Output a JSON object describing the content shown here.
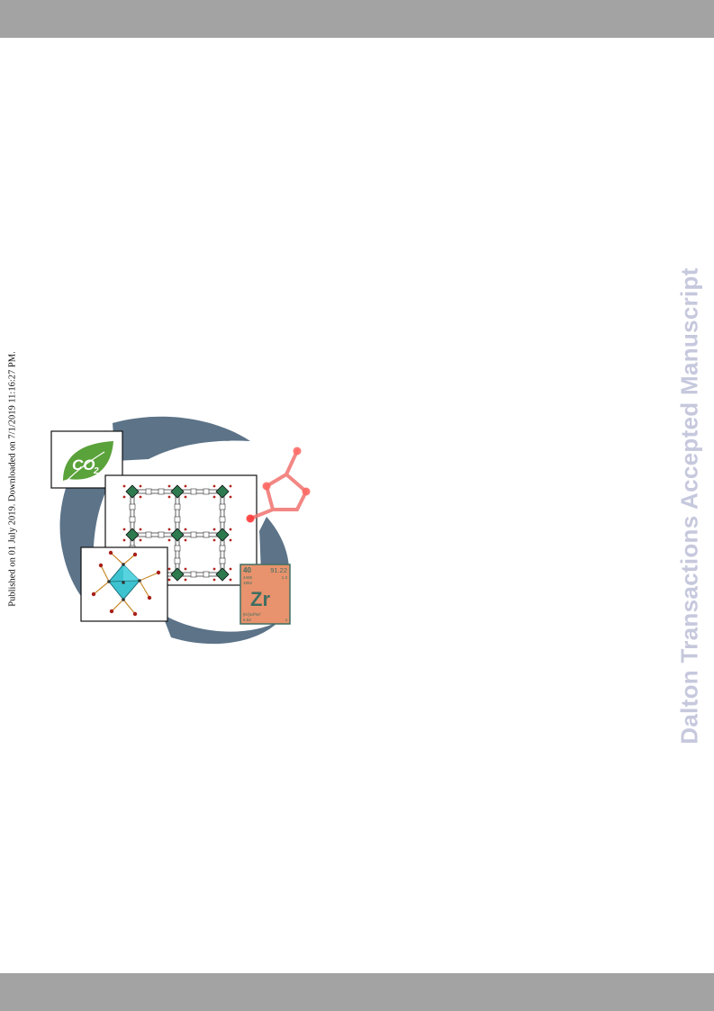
{
  "watermark": "Dalton Transactions Accepted Manuscript",
  "published_notice": "Published on 01 July 2019. Downloaded on 7/1/2019 11:16:27 PM.",
  "toc_graphic": {
    "co2_label": "CO",
    "co2_subscript": "2",
    "element_tile": {
      "atomic_number": "40",
      "atomic_mass": "91.22",
      "row2_left": "4406",
      "row2_right": "1.3",
      "row3_left": "1852",
      "symbol": "Zr",
      "bottom_left": "[Kr]4d²5s²",
      "bottom_left2": "6.63",
      "bottom_right": "4",
      "tile_color": "#e8936d",
      "text_color": "#3f6e63"
    },
    "swirl_color": "#5c7388",
    "leaf_color": "#5aa23a",
    "carbonate_color": "#f0736f",
    "node_color": "#2d7a4f"
  }
}
